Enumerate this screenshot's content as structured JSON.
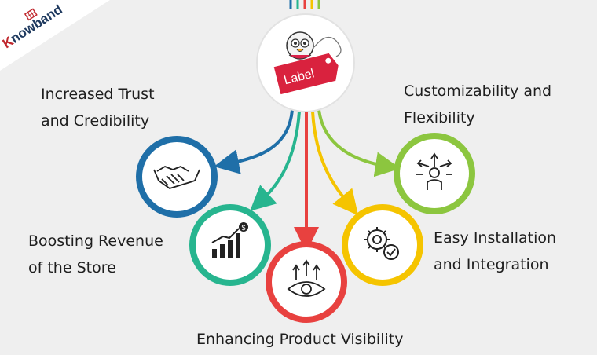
{
  "brand": {
    "name": "nowband",
    "initial": "K"
  },
  "hub": {
    "tag_label": "Label"
  },
  "benefits": {
    "trust": {
      "line1": "Increased Trust",
      "line2": "and Credibility",
      "icon": "handshake-icon"
    },
    "revenue": {
      "line1": "Boosting Revenue",
      "line2": "of the Store",
      "icon": "growth-chart-icon"
    },
    "visibility": {
      "line1": "Enhancing Product Visibility",
      "icon": "eye-visibility-icon"
    },
    "install": {
      "line1": "Easy Installation",
      "line2": "and Integration",
      "icon": "gears-check-icon"
    },
    "custom": {
      "line1": "Customizability and",
      "line2": "Flexibility",
      "icon": "flexible-person-icon"
    }
  },
  "colors": {
    "blue": "#1f6fa8",
    "green": "#27b58f",
    "red": "#e8413f",
    "yellow": "#f5c400",
    "lime": "#8cc63f"
  }
}
